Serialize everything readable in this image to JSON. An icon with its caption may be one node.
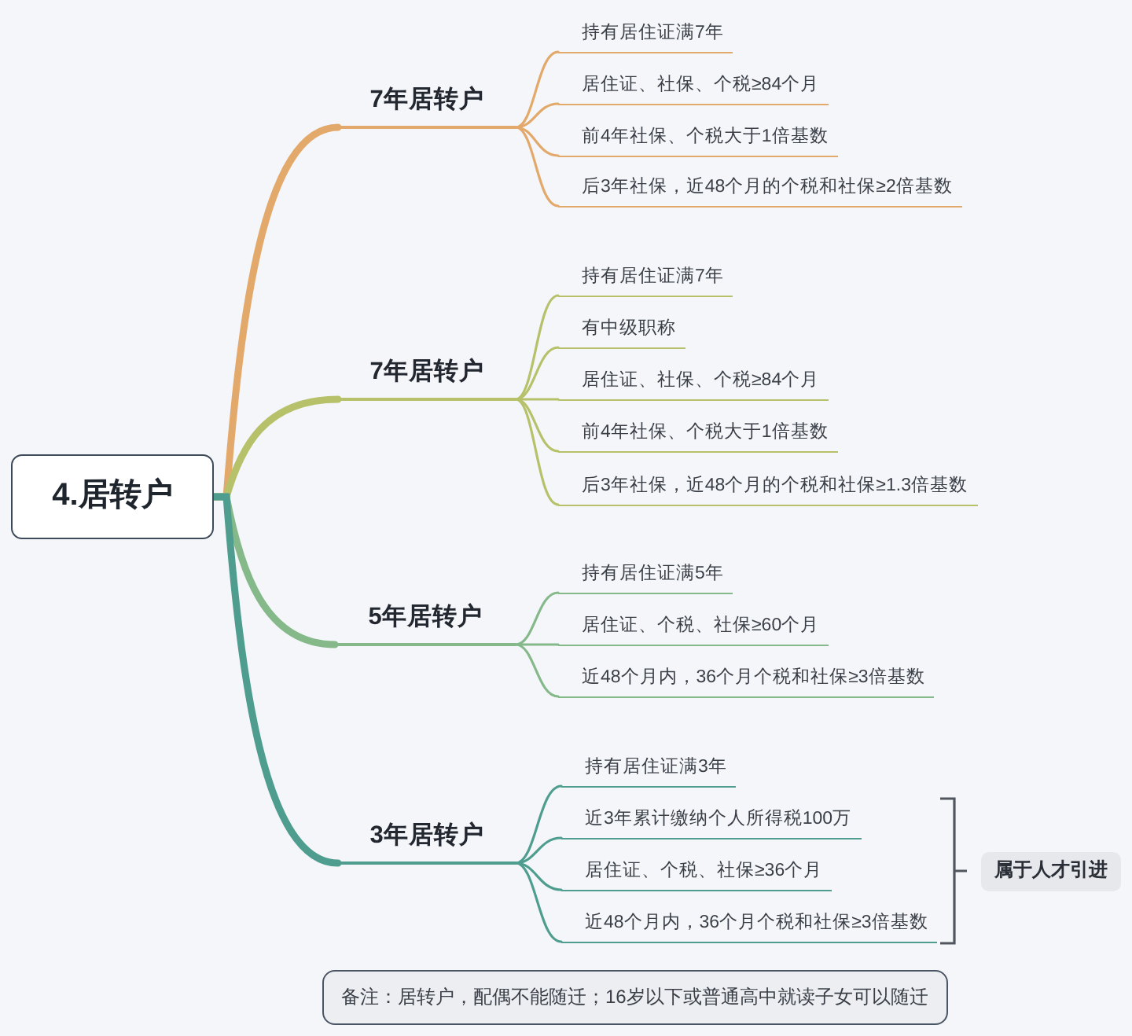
{
  "diagram": {
    "nodes": [
      {
        "text": [
          "4.居转户"
        ]
      },
      {
        "text": [
          "7年居转户"
        ]
      },
      {
        "text": [
          "持有居住证满7年"
        ]
      },
      {
        "text": [
          "居住证、社保、个税≥84个月"
        ]
      },
      {
        "text": [
          "前4年社保、个税大于1倍基数"
        ]
      },
      {
        "text": [
          "后3年社保，近48个月的个税和社保≥2倍基数"
        ]
      },
      {
        "text": [
          "7年居转户"
        ]
      },
      {
        "text": [
          "持有居住证满7年"
        ]
      },
      {
        "text": [
          "有中级职称"
        ]
      },
      {
        "text": [
          "居住证、社保、个税≥84个月"
        ]
      },
      {
        "text": [
          "前4年社保、个税大于1倍基数"
        ]
      },
      {
        "text": [
          "后3年社保，近48个月的个税和社保≥1.3倍基数"
        ]
      },
      {
        "text": [
          "5年居转户"
        ]
      },
      {
        "text": [
          "持有居住证满5年"
        ]
      },
      {
        "text": [
          "居住证、个税、社保≥60个月"
        ]
      },
      {
        "text": [
          "近48个月内，36个月个税和社保≥3倍基数"
        ]
      },
      {
        "text": [
          "3年居转户"
        ]
      },
      {
        "text": [
          "持有居住证满3年"
        ]
      },
      {
        "text": [
          "近3年累计缴纳个人所得税100万"
        ]
      },
      {
        "text": [
          "居住证、个税、社保≥36个月"
        ]
      },
      {
        "text": [
          "近48个月内，36个月个税和社保≥3倍基数"
        ]
      },
      {
        "text": [
          "属于人才引进"
        ]
      },
      {
        "text": [
          "备注：居转户，配偶不能随迁；16岁以下或普通高中就读子女可以随迁"
        ]
      }
    ],
    "edges": [
      {
        "from": 0,
        "to": 1,
        "arrow": "none",
        "style": "thick",
        "color": "#e3a96b"
      },
      {
        "from": 1,
        "to": 2,
        "arrow": "none",
        "color": "#e3a96b"
      },
      {
        "from": 1,
        "to": 3,
        "arrow": "none",
        "color": "#e3a96b"
      },
      {
        "from": 1,
        "to": 4,
        "arrow": "none",
        "color": "#e3a96b"
      },
      {
        "from": 1,
        "to": 5,
        "arrow": "none",
        "color": "#e3a96b"
      },
      {
        "from": 0,
        "to": 6,
        "arrow": "none",
        "style": "thick"
      },
      {
        "from": 6,
        "to": 7,
        "arrow": "none"
      },
      {
        "from": 6,
        "to": 8,
        "arrow": "none"
      },
      {
        "from": 6,
        "to": 9,
        "arrow": "none"
      },
      {
        "from": 6,
        "to": 10,
        "arrow": "none"
      },
      {
        "from": 6,
        "to": 11,
        "arrow": "none"
      },
      {
        "from": 0,
        "to": 12,
        "arrow": "none",
        "style": "thick",
        "color": "#86b98a"
      },
      {
        "from": 12,
        "to": 13,
        "arrow": "none",
        "color": "#86b98a"
      },
      {
        "from": 12,
        "to": 14,
        "arrow": "none",
        "color": "#86b98a"
      },
      {
        "from": 12,
        "to": 15,
        "arrow": "none",
        "color": "#86b98a"
      },
      {
        "from": 0,
        "to": 16,
        "arrow": "none",
        "style": "thick",
        "color": "#4f9d8f"
      },
      {
        "from": 16,
        "to": 17,
        "arrow": "none",
        "color": "#4f9d8f"
      },
      {
        "from": 16,
        "to": 18,
        "arrow": "none",
        "color": "#4f9d8f"
      },
      {
        "from": 16,
        "to": 19,
        "arrow": "none",
        "color": "#4f9d8f"
      },
      {
        "from": 16,
        "to": 20,
        "arrow": "none",
        "color": "#4f9d8f"
      }
    ]
  }
}
